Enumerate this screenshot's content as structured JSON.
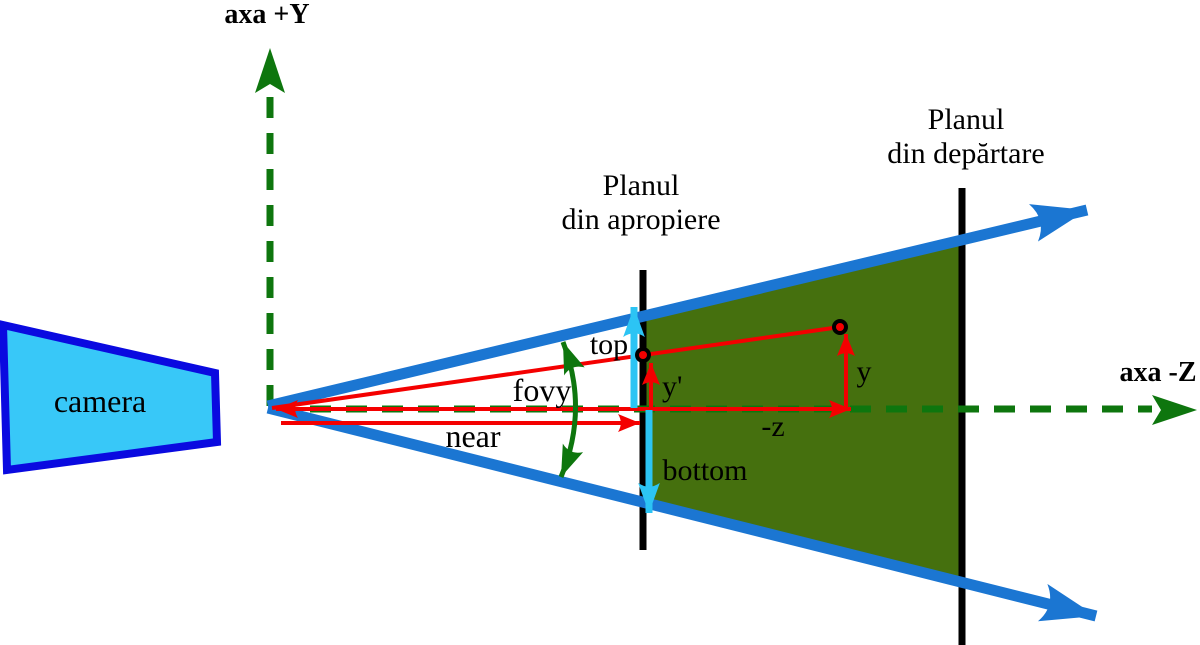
{
  "diagram_title": "Camera perspective frustum (view volume) diagram",
  "labels": {
    "axis_y": "axa +Y",
    "axis_z": "axa -Z",
    "camera": "camera",
    "near_plane_1": "Planul",
    "near_plane_2": "din apropiere",
    "far_plane_1": "Planul",
    "far_plane_2": "din depărtare",
    "top": "top",
    "bottom": "bottom",
    "fovy": "fovy",
    "near": "near",
    "y_prime": "y'",
    "y": "y",
    "minus_z": "-z"
  },
  "colors": {
    "axis-green": "#0e760e",
    "frustum-blue": "#1b76d2",
    "camera-border": "#0a0ae0",
    "camera-fill": "#38c8f8",
    "arrow-cyan": "#2cc4f4",
    "accent-red": "#f40000",
    "region-green": "#45700e",
    "plane-black": "#000000",
    "text-black": "#000000",
    "background": "#ffffff"
  }
}
